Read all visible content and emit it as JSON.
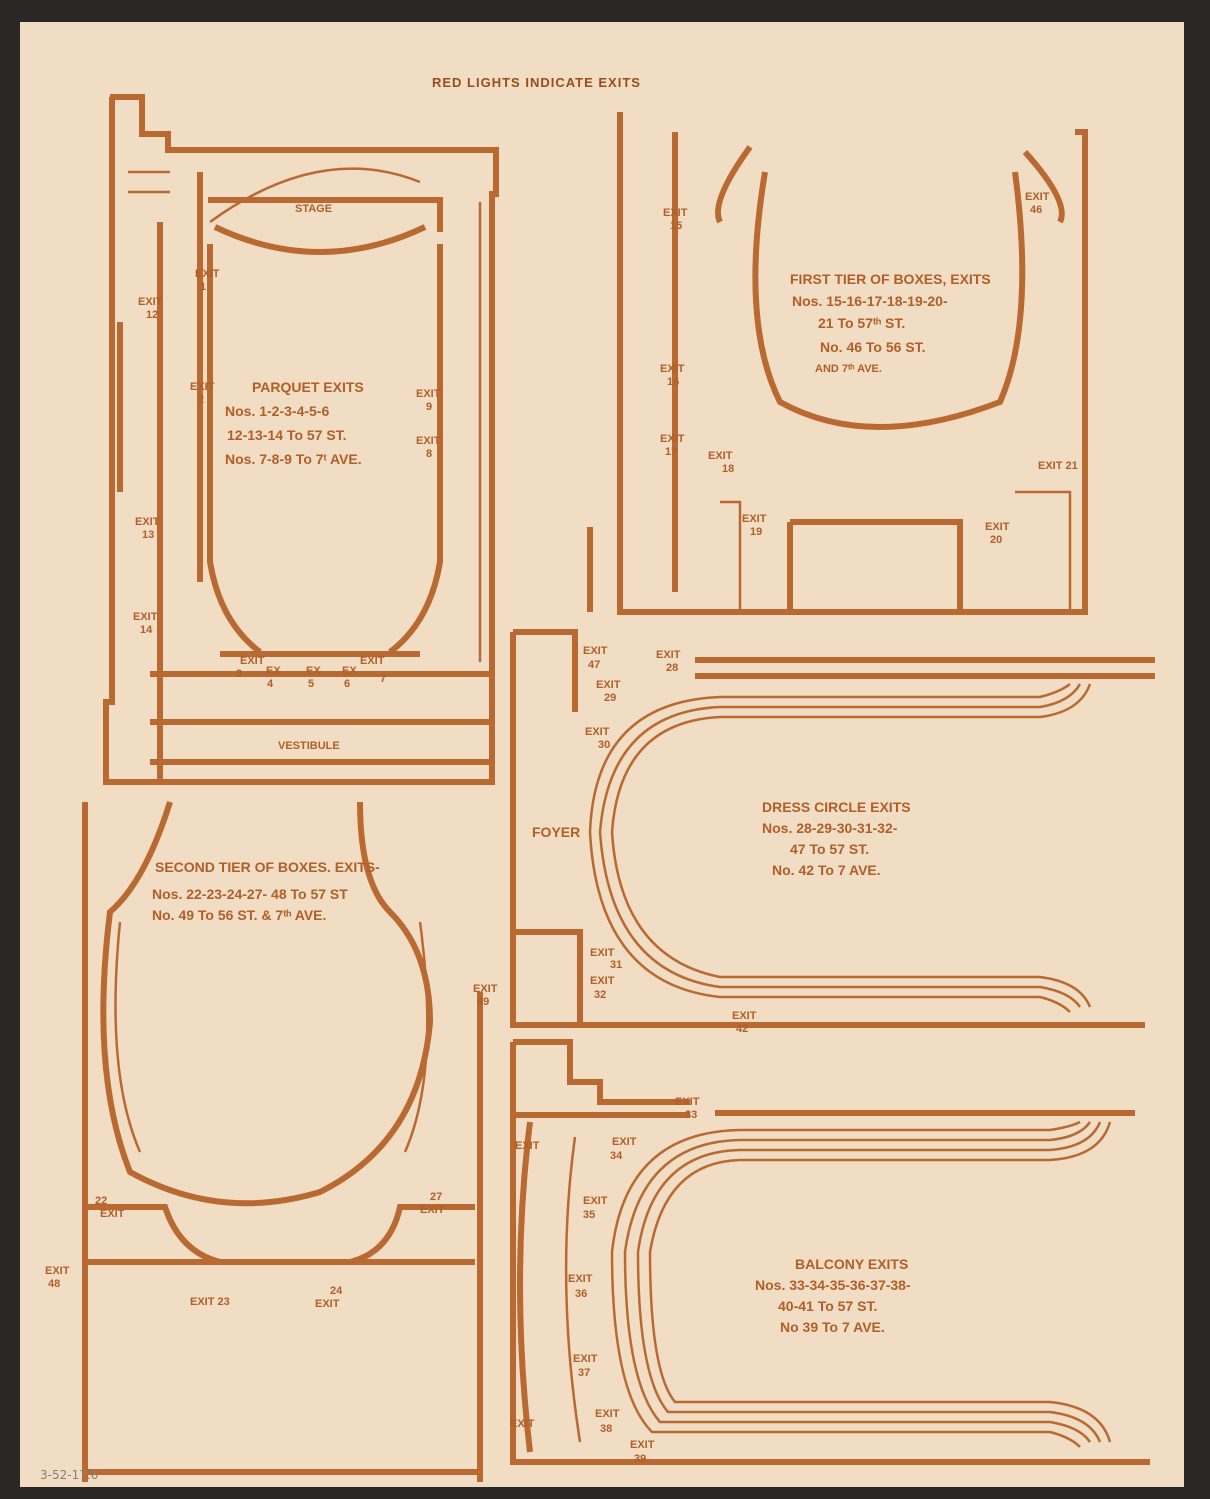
{
  "header": "RED LIGHTS INDICATE EXITS",
  "colors": {
    "paper": "#f1dcc4",
    "ink": "#b86a32",
    "background": "#2a2826"
  },
  "parquet": {
    "stage": "STAGE",
    "vestibule": "VESTIBULE",
    "notes": [
      "PARQUET EXITS",
      "Nos. 1-2-3-4-5-6",
      "12-13-14 To 57 ST.",
      "Nos. 7-8-9 To 7ᵗ AVE."
    ],
    "exits": {
      "e1": [
        "EXIT",
        "1"
      ],
      "e2": [
        "EXIT",
        "2"
      ],
      "e3": [
        "EXIT",
        "3"
      ],
      "e4": [
        "EX",
        "4"
      ],
      "e5": [
        "EX",
        "5"
      ],
      "e6": [
        "EX",
        "6"
      ],
      "e7": [
        "EXIT",
        "7"
      ],
      "e8": [
        "EXIT",
        "8"
      ],
      "e9": [
        "EXIT",
        "9"
      ],
      "e12": [
        "EXIT",
        "12"
      ],
      "e13": [
        "EXIT",
        "13"
      ],
      "e14": [
        "EXIT",
        "14"
      ]
    }
  },
  "first_tier": {
    "notes": [
      "FIRST TIER OF BOXES, EXITS",
      "Nos. 15-16-17-18-19-20-",
      "21 To 57ᵗʰ ST.",
      "No. 46 To 56 ST.",
      "AND 7ᵗʰ AVE."
    ],
    "exits": {
      "e15": [
        "EXIT",
        "15"
      ],
      "e16": [
        "EXIT",
        "16"
      ],
      "e17": [
        "EXIT",
        "17"
      ],
      "e18": [
        "EXIT",
        "18"
      ],
      "e19": [
        "EXIT",
        "19"
      ],
      "e20": [
        "EXIT",
        "20"
      ],
      "e21": [
        "EXIT 21",
        ""
      ],
      "e46": [
        "EXIT",
        "46"
      ]
    }
  },
  "dress_circle": {
    "foyer": "FOYER",
    "notes": [
      "DRESS CIRCLE EXITS",
      "Nos. 28-29-30-31-32-",
      "47 To 57 ST.",
      "No. 42 To 7 AVE."
    ],
    "exits": {
      "e47": [
        "EXIT",
        "47"
      ],
      "e28": [
        "EXIT",
        "28"
      ],
      "e29": [
        "EXIT",
        "29"
      ],
      "e30": [
        "EXIT",
        "30"
      ],
      "e31": [
        "EXIT",
        "31"
      ],
      "e32": [
        "EXIT",
        "32"
      ],
      "e42": [
        "EXIT",
        "42"
      ]
    }
  },
  "second_tier": {
    "notes": [
      "SECOND TIER OF BOXES. EXITS-",
      "Nos. 22-23-24-27- 48 To 57 ST",
      "No. 49 To 56 ST. & 7ᵗʰ AVE."
    ],
    "exits": {
      "e22": [
        "22",
        "EXIT"
      ],
      "e27": [
        "27",
        "EXIT"
      ],
      "e48": [
        "EXIT",
        "48"
      ],
      "e49": [
        "EXIT",
        "49"
      ],
      "e23": [
        "EXIT 23",
        ""
      ],
      "e24": [
        "24",
        "EXIT"
      ]
    }
  },
  "balcony": {
    "notes": [
      "BALCONY EXITS",
      "Nos. 33-34-35-36-37-38-",
      "40-41 To 57 ST.",
      "No 39 To 7 AVE."
    ],
    "exits": {
      "e33": [
        "EXIT",
        "33"
      ],
      "e34": [
        "EXIT",
        "34"
      ],
      "e35": [
        "EXIT",
        "35"
      ],
      "e36": [
        "EXIT",
        "36"
      ],
      "e37": [
        "EXIT",
        "37"
      ],
      "e38": [
        "EXIT",
        "38"
      ],
      "e39": [
        "EXIT",
        "39"
      ],
      "e40": [
        "EXIT",
        ""
      ],
      "e41": [
        "EXIT",
        ""
      ]
    }
  },
  "pencil_mark": "3-52-17.6"
}
